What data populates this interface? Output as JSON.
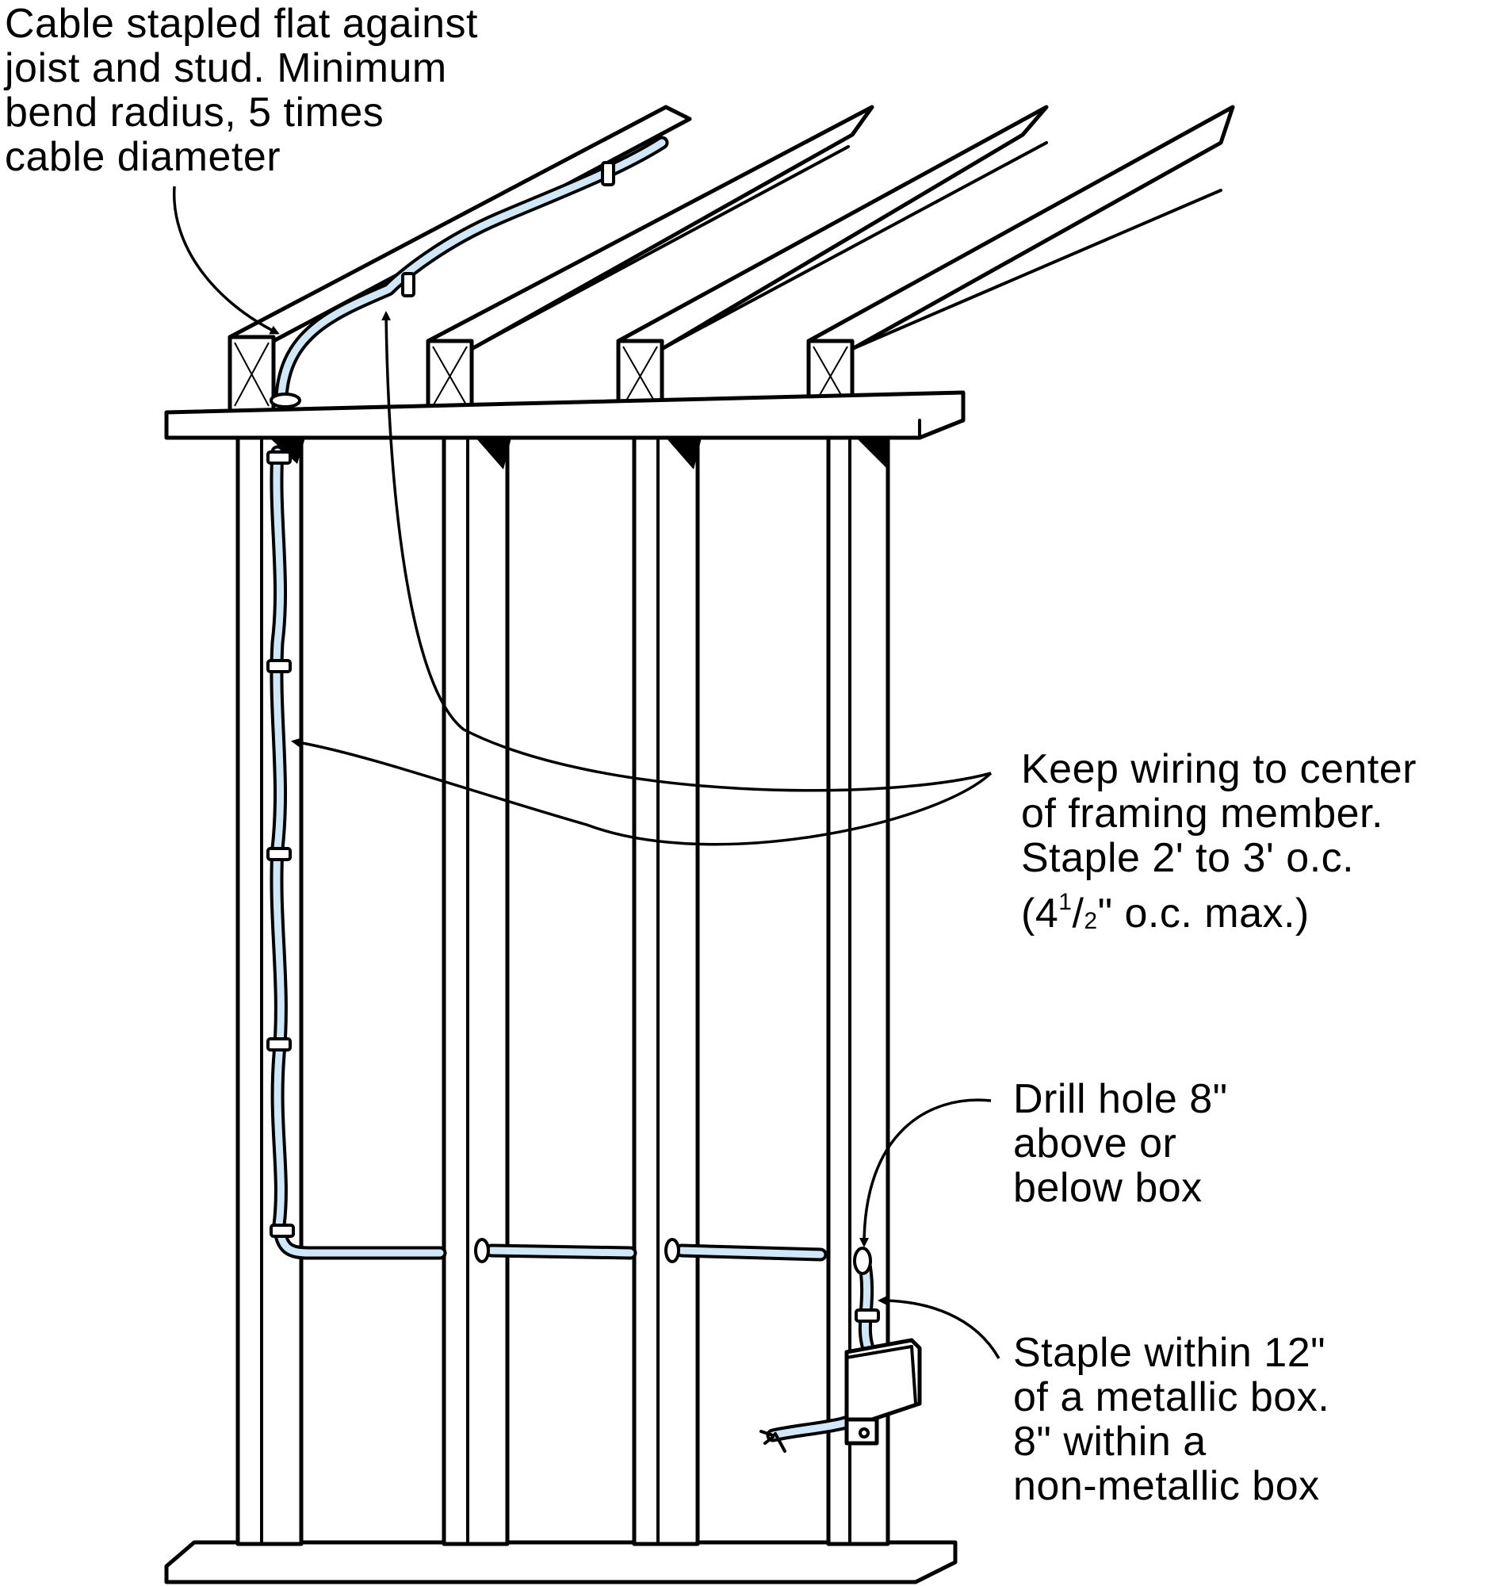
{
  "callouts": {
    "cable_stapled": {
      "lines": [
        "Cable stapled flat against",
        "joist and stud. Minimum",
        "bend radius, 5 times",
        "cable diameter"
      ]
    },
    "keep_wiring": {
      "lines": [
        "Keep wiring to center",
        "of framing member.",
        "Staple 2' to 3' o.c."
      ],
      "max_prefix": "(4",
      "max_sup": "1",
      "max_slash": "/",
      "max_sub": "2",
      "max_suffix": "\" o.c. max.)"
    },
    "drill_hole": {
      "lines": [
        "Drill hole 8\"",
        "above or",
        "below box"
      ]
    },
    "staple_within": {
      "lines": [
        "Staple within 12\"",
        "of a metallic box.",
        "8\" within a",
        "non-metallic box"
      ]
    }
  },
  "colors": {
    "cable_fill": "#cfe7f7",
    "ink": "#000000",
    "background": "#ffffff"
  }
}
